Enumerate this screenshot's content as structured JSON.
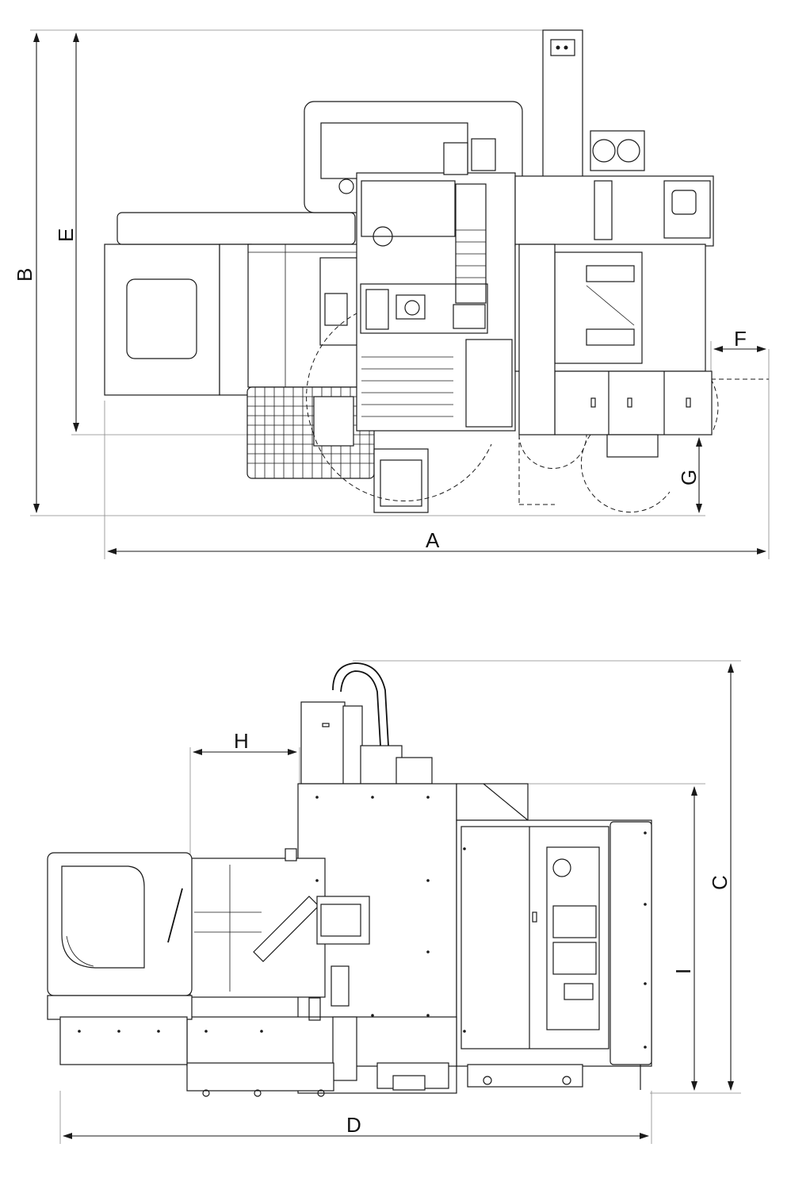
{
  "dimension_labels": {
    "A": "A",
    "B": "B",
    "C": "C",
    "D": "D",
    "E": "E",
    "F": "F",
    "G": "G",
    "H": "H",
    "I": "I"
  }
}
